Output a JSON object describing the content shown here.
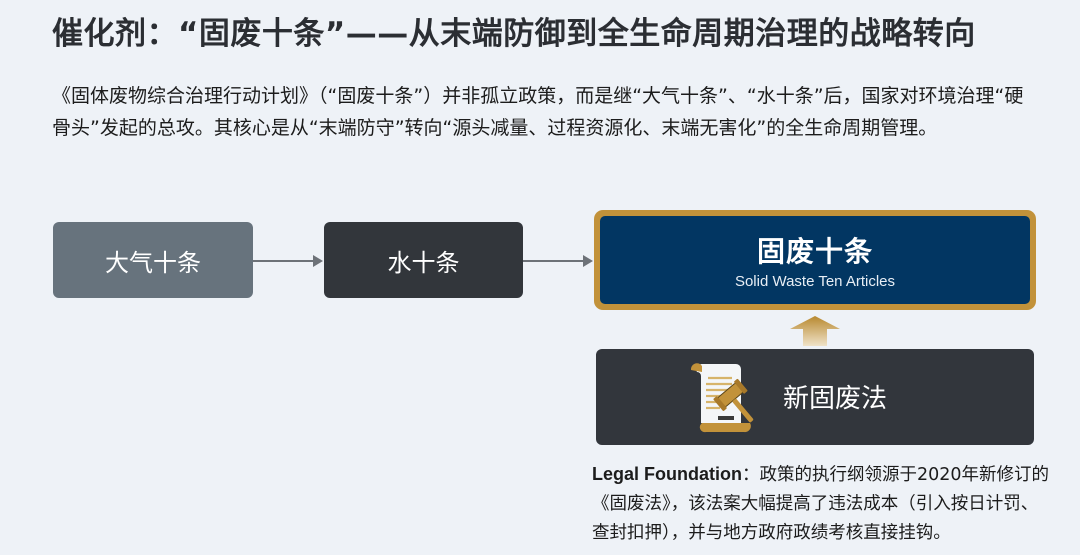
{
  "title": "催化剂：“固废十条”——从末端防御到全生命周期治理的战略转向",
  "intro": "《固体废物综合治理行动计划》（“固废十条”）并非孤立政策，而是继“大气十条”、“水十条”后，国家对环境治理“硬骨头”发起的总攻。其核心是从“末端防守”转向“源头减量、过程资源化、末端无害化”的全生命周期管理。",
  "flow": {
    "step1": "大气十条",
    "step2": "水十条",
    "main": {
      "title": "固废十条",
      "subtitle": "Solid Waste Ten Articles"
    },
    "foundation": {
      "label": "新固废法",
      "icon": "law-scroll-gavel-icon"
    }
  },
  "note": {
    "label": "Legal Foundation",
    "separator": "：",
    "text": "政策的执行纲领源于2020年新修订的《固废法》，该法案大幅提高了违法成本（引入按日计罚、查封扣押），并与地方政府政绩考核直接挂钩。"
  },
  "colors": {
    "background": "#eef2f7",
    "air_box": "#67737d",
    "water_box": "#32363b",
    "main_box": "#023662",
    "gold_accent": "#c2923a",
    "law_box": "#32363c"
  }
}
